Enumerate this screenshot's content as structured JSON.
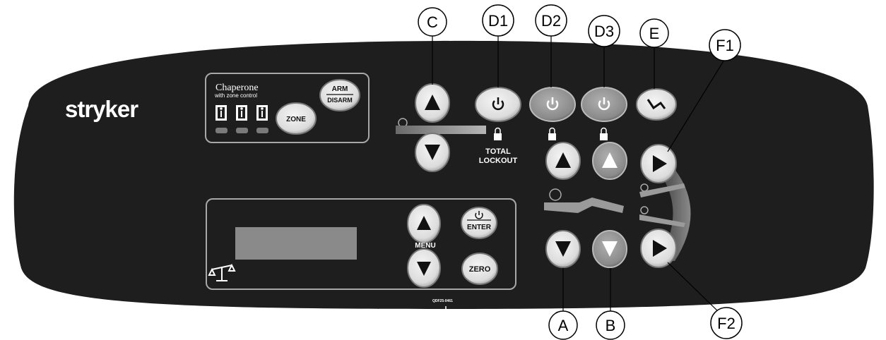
{
  "brand": {
    "logo_text": "stryker"
  },
  "chaperone": {
    "title": "Chaperone",
    "subtitle": "with zone control",
    "arm_label": "ARM",
    "disarm_label": "DISARM",
    "zone_label": "ZONE"
  },
  "scale": {
    "menu_label": "MENU",
    "enter_label": "ENTER",
    "zero_label": "ZERO"
  },
  "lockout": {
    "line1": "TOTAL",
    "line2": "LOCKOUT"
  },
  "part_number": "QDF25-0461",
  "callouts": {
    "c": "C",
    "d1": "D1",
    "d2": "D2",
    "d3": "D3",
    "e": "E",
    "f1": "F1",
    "f2": "F2",
    "a": "A",
    "b": "B"
  },
  "colors": {
    "panel": "#1e1e1e",
    "button_light": "#e6e6e6",
    "button_gray": "#8c8c8c",
    "display": "#8a8a8a",
    "bed_gray": "#a0a0a0"
  }
}
